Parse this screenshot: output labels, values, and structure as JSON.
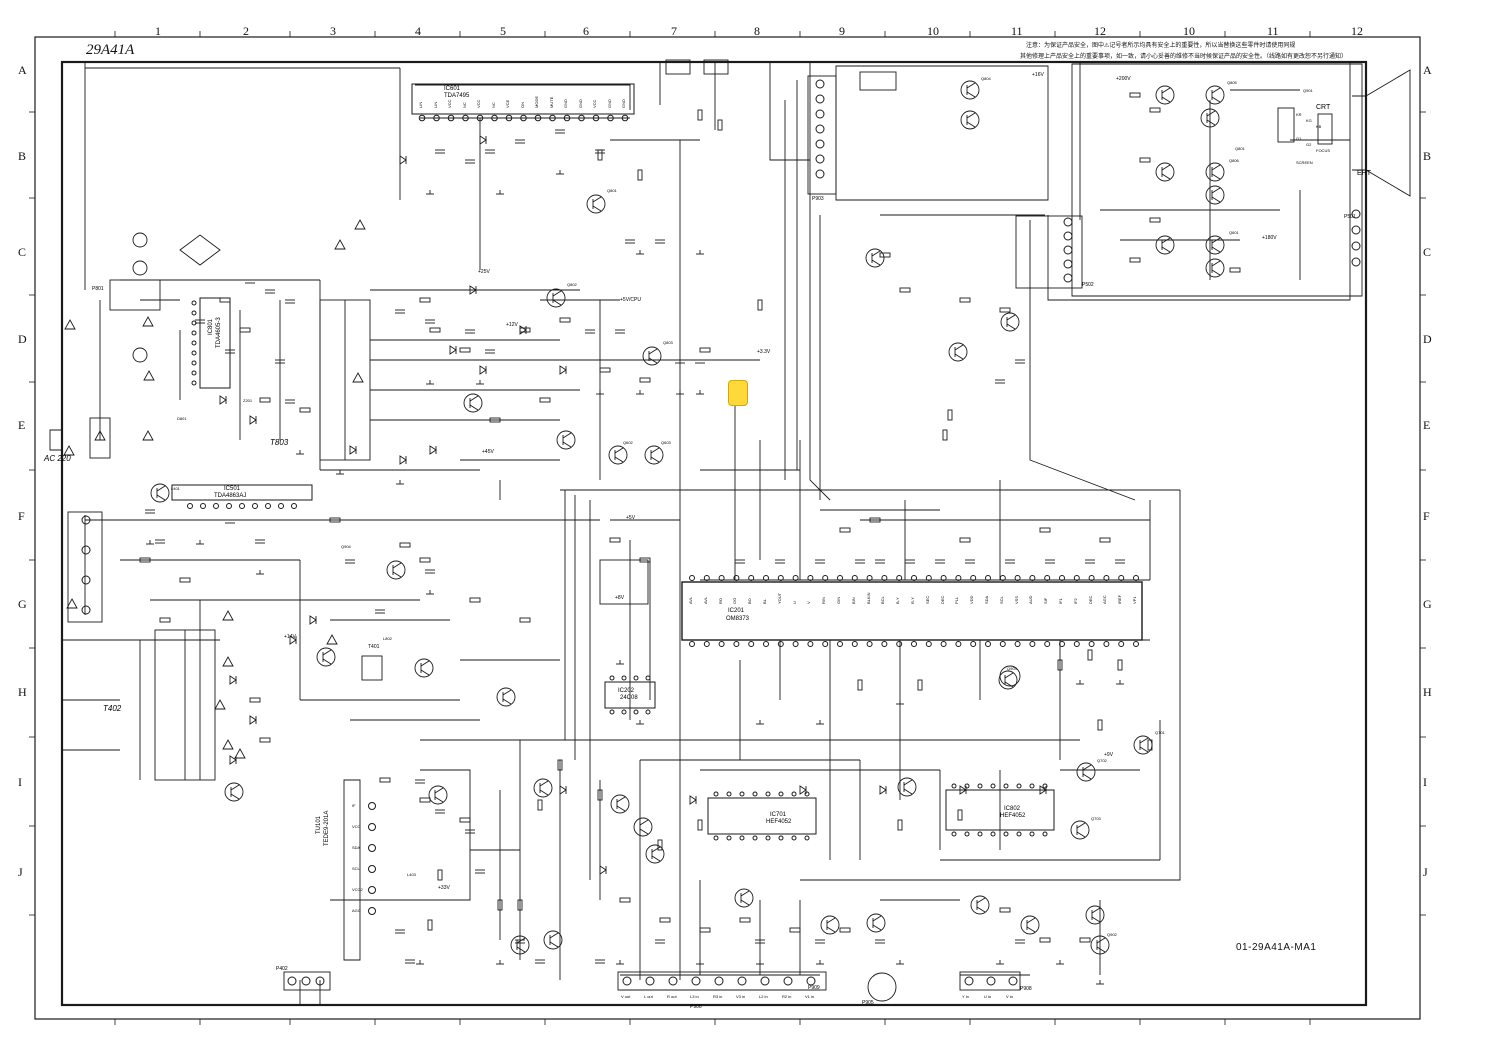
{
  "title": "29A41A",
  "doc_code": "01-29A41A-MA1",
  "safety_note": [
    "注意：为保证产品安全，图中⚠记号者所示均具有安全上的重要性，所以当替换这些零件时请使用同规",
    "其他修理上产品安全上的重要事项，如一致，请小心妥善的维修不当时候保证产品的安全性。（线路如有更改恕不另行通知）"
  ],
  "grid_columns": [
    "1",
    "2",
    "3",
    "4",
    "5",
    "6",
    "7",
    "8",
    "9",
    "10",
    "11",
    "12",
    "10",
    "11",
    "12"
  ],
  "grid_rows": [
    "A",
    "B",
    "C",
    "D",
    "E",
    "F",
    "G",
    "H",
    "I",
    "J"
  ],
  "ics": {
    "ic601": {
      "ref": "IC601",
      "part": "TDA7495"
    },
    "ic801": {
      "ref": "IC801",
      "part": "TDA4605-3"
    },
    "ic501": {
      "ref": "IC501",
      "part": "TDA4863AJ"
    },
    "ic201": {
      "ref": "IC201",
      "part": "OM8373"
    },
    "ic202": {
      "ref": "IC202",
      "part": "24C08"
    },
    "ic701": {
      "ref": "IC701",
      "part": "HEF4052"
    },
    "ic802": {
      "ref": "IC802",
      "part": "HEF4052"
    }
  },
  "ic601_pins": [
    "LIN",
    "LIN",
    "VCC",
    "NC",
    "VCC",
    "NC",
    "VCE",
    "ON",
    "MODE",
    "MUTE",
    "GND",
    "GND",
    "VCC",
    "GND",
    "GND"
  ],
  "ic201_pins_top": [
    "AVL",
    "AVL",
    "RO",
    "GO",
    "BO",
    "BL",
    "YOUT",
    "U",
    "V",
    "RIN",
    "GIN",
    "BIN",
    "BLKIN",
    "BCL",
    "B-Y",
    "R-Y",
    "SEC",
    "DEC",
    "PLL",
    "VDD",
    "SDA",
    "SCL",
    "VSS",
    "AUD",
    "SIF",
    "IF1",
    "IF2",
    "DEC",
    "AGC",
    "IREF",
    "VP1"
  ],
  "tuner": {
    "ref": "TU101",
    "part": "TEDE9-201A",
    "pins": [
      "IF",
      "VCC",
      "SDA",
      "SCL",
      "VCC2",
      "AGC"
    ]
  },
  "transformers": {
    "t803": "T803",
    "t402": "T402",
    "t401": "T401"
  },
  "crt": {
    "label": "CRT",
    "eht": "EHT",
    "pins": [
      "KR",
      "KG",
      "KB",
      "G1",
      "G2",
      "FOCUS",
      "SCREEN"
    ]
  },
  "connectors": {
    "p906": {
      "ref": "P906",
      "labels": [
        "V out",
        "L out",
        "R out",
        "L3 in",
        "R3 in",
        "V3 in",
        "L2 in",
        "R2 in",
        "V1 in"
      ]
    },
    "p908": {
      "ref": "P908",
      "labels": [
        "Y in",
        "U in",
        "V in"
      ]
    },
    "p905": "P905",
    "p501": "P501",
    "p502": "P502",
    "p903": "P903",
    "p801": "P801",
    "p909": "P909",
    "p402": "P402"
  },
  "power_input": {
    "label": "AC 220"
  },
  "rails": [
    "+5V/CPU",
    "+12V",
    "+3.3V",
    "+14V",
    "+25V",
    "+8V",
    "+5V",
    "+45V",
    "+200V",
    "+180V",
    "+33V",
    "+9V",
    "+16V"
  ],
  "misc_labels": [
    "D801",
    "Q801",
    "Q802",
    "Q803",
    "Q804",
    "Q805",
    "Q806",
    "Q601",
    "Q602",
    "Q603",
    "Q701",
    "Q702",
    "Q703",
    "Q801",
    "Q901",
    "Q902",
    "Q903",
    "Q904",
    "Z201",
    "L401",
    "L802",
    "L403"
  ],
  "colors": {
    "ink": "#1a1a1a",
    "marker": "#ffd83a",
    "paper": "#ffffff"
  }
}
